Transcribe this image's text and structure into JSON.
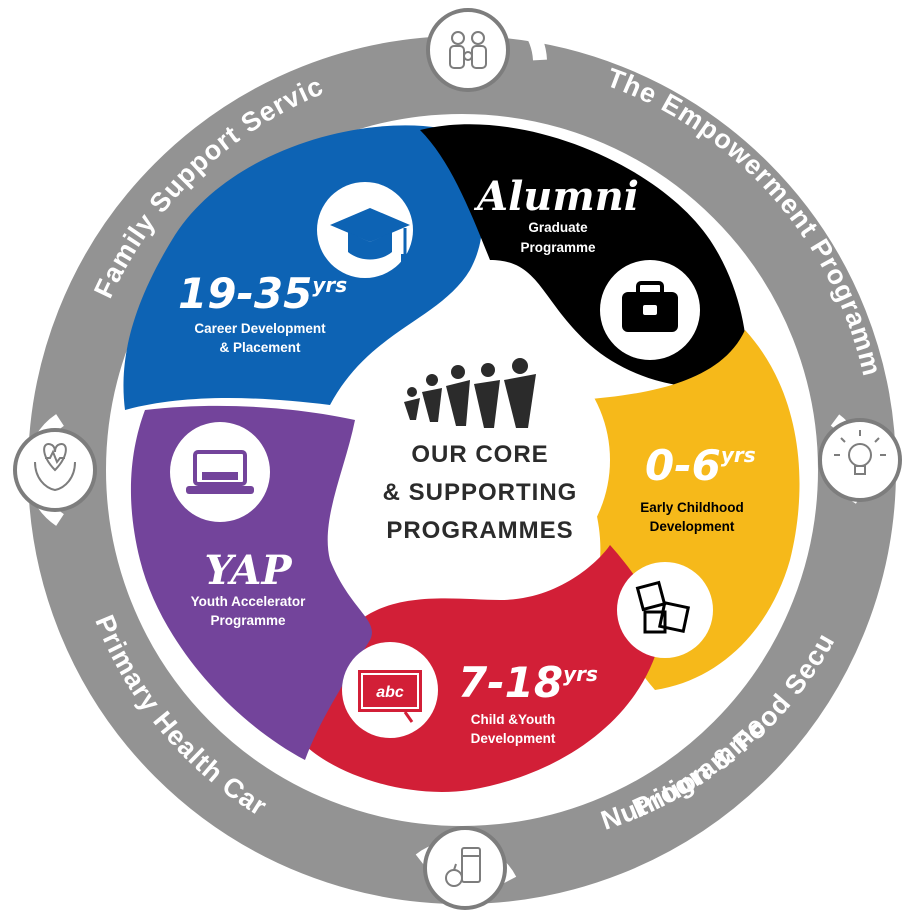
{
  "center": {
    "line1": "OUR CORE",
    "line2": "& SUPPORTING",
    "line3": "PROGRAMMES"
  },
  "ring": {
    "family": "Family Support Services",
    "empowerment": "The Empowerment Programme",
    "nutrition_line1": "Nutrition & Food Security",
    "nutrition_line2": "Programme",
    "health": "Primary Health Care"
  },
  "segments": {
    "career": {
      "age": "19-35",
      "yrs": "yrs",
      "line1": "Career Development",
      "line2": "& Placement",
      "color": "#0d63b4",
      "icon": "graduation-cap-icon"
    },
    "alumni": {
      "title": "Alumni",
      "line1": "Graduate",
      "line2": "Programme",
      "color": "#000000",
      "icon": "briefcase-icon"
    },
    "ecd": {
      "age": "0-6",
      "yrs": "yrs",
      "line1": "Early Childhood",
      "line2": "Development",
      "color": "#f6b91a",
      "icon": "alphabet-blocks-icon"
    },
    "child": {
      "age": "7-18",
      "yrs": "yrs",
      "line1": "Child &Youth",
      "line2": "Development",
      "color": "#d21f37",
      "icon": "abc-board-icon",
      "board": "abc"
    },
    "yap": {
      "title": "YAP",
      "line1": "Youth Accelerator",
      "line2": "Programme",
      "color": "#73449b",
      "icon": "laptop-icon"
    }
  },
  "colors": {
    "ring": "#939393",
    "ring_dark": "#7d7d7d",
    "text_dark": "#2b2b2b"
  }
}
